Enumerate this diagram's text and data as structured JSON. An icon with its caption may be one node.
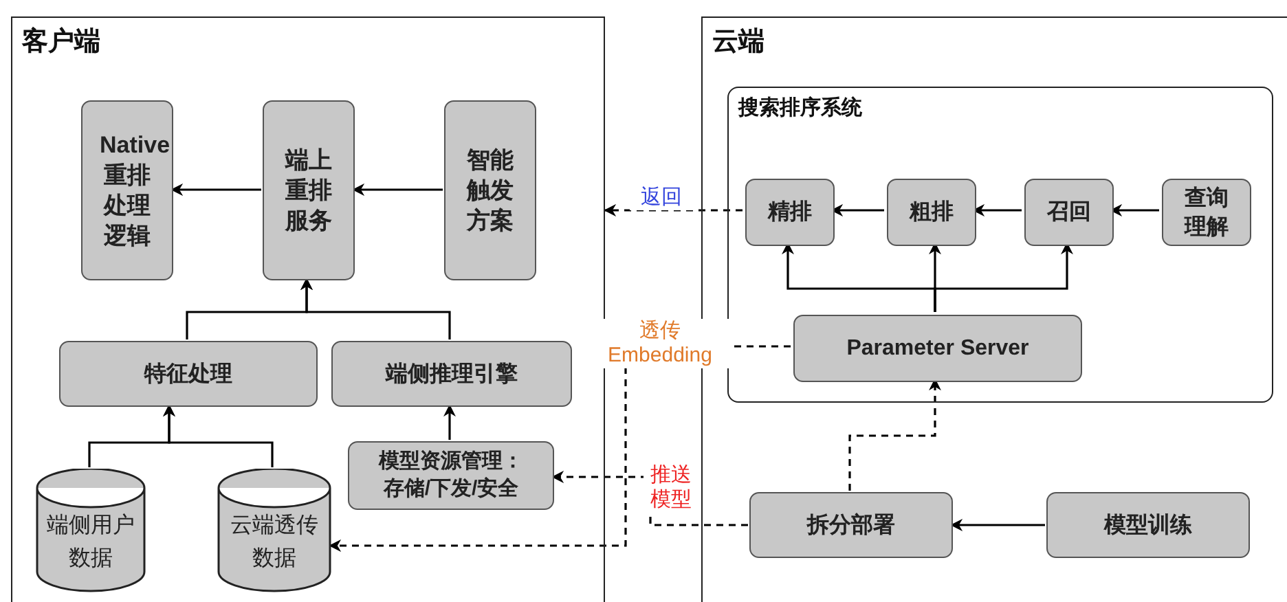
{
  "diagram": {
    "nodes": [
      {
        "text": [
          "客户端"
        ]
      },
      {
        "text": [
          "Native 重排处理逻辑"
        ],
        "in": 0
      },
      {
        "text": [
          "端上重排服务"
        ],
        "in": 0
      },
      {
        "text": [
          "智能触发方案"
        ],
        "in": 0
      },
      {
        "text": [
          "特征处理"
        ],
        "in": 0
      },
      {
        "text": [
          "端侧推理引擎"
        ],
        "in": 0
      },
      {
        "text": [
          "模型资源管理：存储/下发/安全"
        ],
        "in": 0
      },
      {
        "text": [
          "端侧用户数据"
        ],
        "in": 0
      },
      {
        "text": [
          "云端透传数据"
        ],
        "in": 0
      },
      {
        "text": [
          "云端"
        ]
      },
      {
        "text": [
          "搜索排序系统"
        ],
        "in": 9
      },
      {
        "text": [
          "精排"
        ],
        "in": 10
      },
      {
        "text": [
          "粗排"
        ],
        "in": 10
      },
      {
        "text": [
          "召回"
        ],
        "in": 10
      },
      {
        "text": [
          "查询理解"
        ],
        "in": 10
      },
      {
        "text": [
          "Parameter Server"
        ],
        "in": 10
      },
      {
        "text": [
          "拆分部署"
        ],
        "in": 9
      },
      {
        "text": [
          "模型训练"
        ],
        "in": 9
      }
    ],
    "edges": [
      {
        "from": 2,
        "to": 1,
        "arrow": "to"
      },
      {
        "from": 3,
        "to": 2,
        "arrow": "to"
      },
      {
        "from": 4,
        "to": 2,
        "arrow": "to"
      },
      {
        "from": 5,
        "to": 2,
        "arrow": "to"
      },
      {
        "from": 7,
        "to": 4,
        "arrow": "to"
      },
      {
        "from": 8,
        "to": 4,
        "arrow": "to"
      },
      {
        "from": 6,
        "to": 5,
        "arrow": "to"
      },
      {
        "from": 12,
        "to": 11,
        "arrow": "to"
      },
      {
        "from": 13,
        "to": 12,
        "arrow": "to"
      },
      {
        "from": 14,
        "to": 13,
        "arrow": "to"
      },
      {
        "from": 15,
        "to": 11,
        "arrow": "to"
      },
      {
        "from": 15,
        "to": 12,
        "arrow": "to"
      },
      {
        "from": 15,
        "to": 13,
        "arrow": "to"
      },
      {
        "from": 17,
        "to": 16,
        "arrow": "to"
      },
      {
        "from": 16,
        "to": 15,
        "arrow": "to",
        "style": "dashed"
      },
      {
        "from": 11,
        "to": 0,
        "arrow": "to",
        "style": "dashed",
        "label": "返回"
      },
      {
        "from": 15,
        "to": 8,
        "arrow": "to",
        "style": "dashed",
        "label": "透传 Embedding"
      },
      {
        "from": 16,
        "to": 6,
        "arrow": "to",
        "style": "dashed",
        "label": "推送模型"
      }
    ]
  }
}
